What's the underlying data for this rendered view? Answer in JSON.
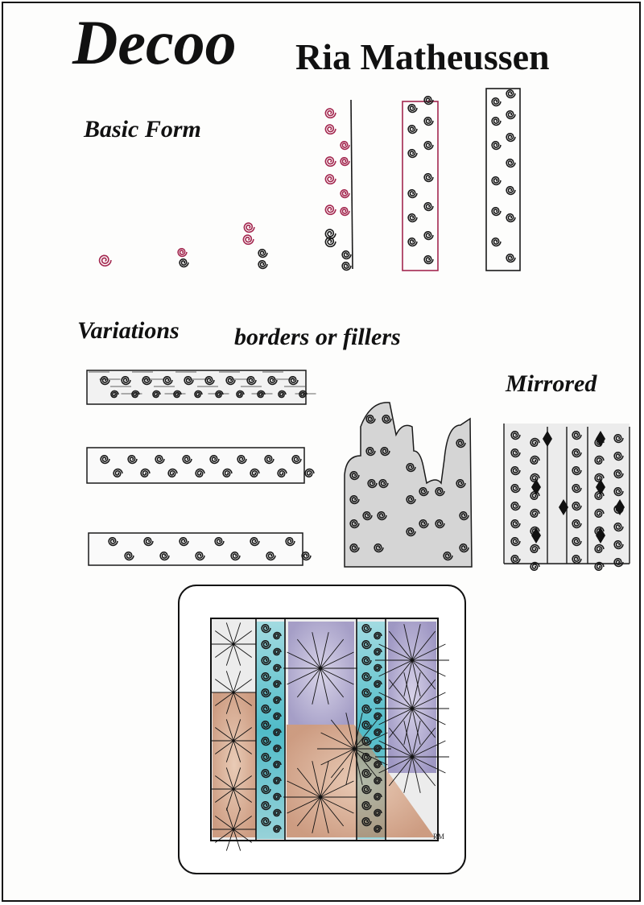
{
  "title": "Decoo",
  "author": "Ria Matheussen",
  "sections": {
    "basic_form": "Basic Form",
    "variations": "Variations",
    "borders": "borders or fillers",
    "mirrored": "Mirrored"
  },
  "colors": {
    "ink": "#1a1a1a",
    "accent": "#a3274f",
    "gray_shade": "#b9b9b9",
    "teal": "#3fb6c4",
    "copper": "#c06a3a",
    "purple": "#6b5fa8"
  },
  "artwork": {
    "signature": "RM"
  }
}
